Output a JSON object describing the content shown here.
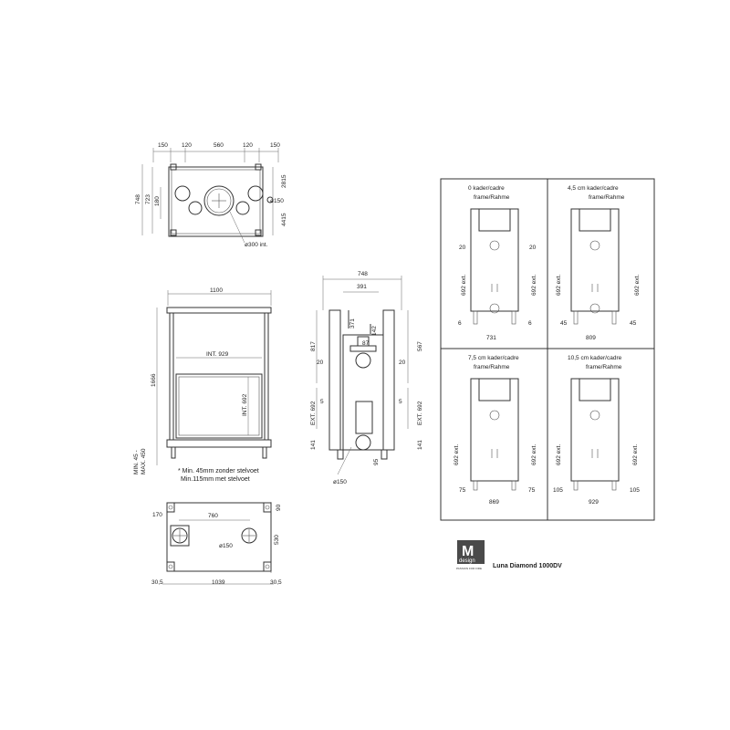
{
  "top_view": {
    "dims_top": [
      "150",
      "120",
      "560",
      "120",
      "150"
    ],
    "dim_left_outer": "748",
    "dim_left_inner": "723",
    "dim_left_small": "180",
    "dim_right_top": "2815",
    "dim_right_bottom": "4415",
    "dia_small": "ø150",
    "dia_large": "ø300 int."
  },
  "front_view": {
    "width": "1100",
    "height": "1666",
    "int_width": "INT. 929",
    "int_height": "INT. 692",
    "foot_label_1": "MIN. 45 -",
    "foot_label_2": "MAX. 450",
    "note_1": "* Min. 45mm zonder stelvoet",
    "note_2": "Min.115mm met stelvoet"
  },
  "side_view": {
    "width": "748",
    "inner_width": "391",
    "d_371": "371",
    "d_142": "142",
    "d_87": "87",
    "left_817": "817",
    "right_567": "567",
    "d_20a": "20",
    "d_20b": "20",
    "d_5a": "5",
    "d_5b": "5",
    "ext_left": "EXT. 692",
    "ext_right": "EXT. 692",
    "left_141": "141",
    "right_141": "141",
    "d_95": "95",
    "dia": "ø150"
  },
  "bottom_view": {
    "d_170": "170",
    "d_760": "760",
    "d_90": "90",
    "d_530": "530",
    "dia": "ø150",
    "d_305a": "30,5",
    "d_1039": "1039",
    "d_305b": "30,5"
  },
  "frames": [
    {
      "title_1": "0  kader/cadre",
      "title_2": "frame/Rahme",
      "side": "20",
      "height": "692 ext.",
      "bottom_side": "6",
      "width": "731"
    },
    {
      "title_1": "4,5 cm  kader/cadre",
      "title_2": "frame/Rahme",
      "side": "",
      "height": "692 ext.",
      "bottom_side": "45",
      "width": "809"
    },
    {
      "title_1": "7,5 cm  kader/cadre",
      "title_2": "frame/Rahme",
      "side": "",
      "height": "692 ext.",
      "bottom_side": "75",
      "width": "869"
    },
    {
      "title_1": "10,5 cm kader/cadre",
      "title_2": "frame/Rahme",
      "side": "",
      "height": "692 ext.",
      "bottom_side": "105",
      "width": "929"
    }
  ],
  "brand": {
    "logo_letter": "M",
    "logo_word": "design",
    "logo_sub": "PASSION FOR FIRE",
    "product": "Luna Diamond 1000DV"
  }
}
